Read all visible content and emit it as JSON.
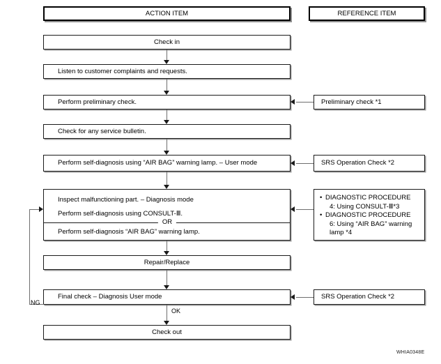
{
  "figure": {
    "code": "WHIA0348E"
  },
  "headers": {
    "action": "ACTION ITEM",
    "reference": "REFERENCE ITEM"
  },
  "action_steps": [
    {
      "id": "check-in",
      "label": "Check in",
      "align": "center"
    },
    {
      "id": "listen",
      "label": "Listen to customer complaints and requests.",
      "align": "left"
    },
    {
      "id": "preliminary",
      "label": "Perform preliminary check.",
      "align": "left"
    },
    {
      "id": "bulletin",
      "label": "Check for any service bulletin.",
      "align": "left"
    },
    {
      "id": "self-diagnosis-user",
      "label": "Perform self-diagnosis using “AIR BAG” warning lamp. – User mode",
      "align": "left"
    },
    {
      "id": "repair-replace",
      "label": "Repair/Replace",
      "align": "center"
    },
    {
      "id": "final-check",
      "label": "Final check – Diagnosis User mode",
      "align": "left"
    },
    {
      "id": "check-out",
      "label": "Check out",
      "align": "center"
    }
  ],
  "diagnosis_box": {
    "line1": "Inspect malfunctioning part. – Diagnosis mode",
    "line2": "Perform self-diagnosis using CONSULT-Ⅲ.",
    "divider_label": "OR",
    "line3": "Perform self-diagnosis “AIR BAG” warning lamp."
  },
  "reference_items": [
    {
      "id": "preliminary-check-ref",
      "label": "Preliminary check *1"
    },
    {
      "id": "srs-operation-check-ref-1",
      "label": "SRS Operation Check *2"
    },
    {
      "id": "srs-operation-check-ref-2",
      "label": "SRS Operation Check *2"
    }
  ],
  "diagnostic_procedures": {
    "item1_line1": "DIAGNOSTIC PROCEDURE",
    "item1_line2": "4: Using CONSULT-Ⅲ*3",
    "item2_line1": "DIAGNOSTIC PROCEDURE",
    "item2_line2": "6: Using “AIR BAG” warning",
    "item2_line3": "lamp *4"
  },
  "edge_labels": {
    "ng": "NG",
    "ok": "OK"
  }
}
